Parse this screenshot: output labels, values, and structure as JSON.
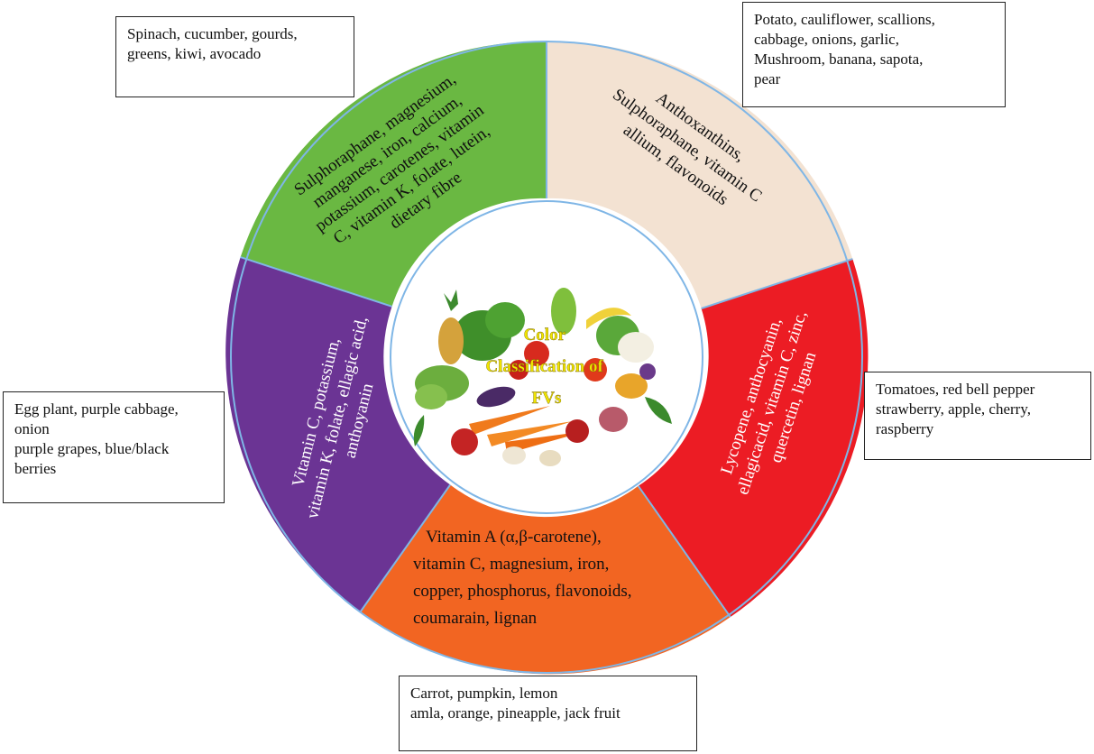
{
  "center": {
    "lines": [
      "Color",
      "Classification of",
      "FVs"
    ],
    "title_color": "#f2e600"
  },
  "segments": [
    {
      "id": "green",
      "color": "#6ab842",
      "text_color": "#111111",
      "nutrient_lines": [
        "Sulphoraphane, magnesium,",
        "manganese, iron, calcium,",
        "potassium, carotenes, vitamin",
        "C, vitamin K, folate, lutein,",
        "dietary fibre"
      ],
      "foods": "Spinach, cucumber, gourds,\ngreens, kiwi, avocado"
    },
    {
      "id": "white",
      "color": "#f3e2d2",
      "text_color": "#111111",
      "nutrient_lines": [
        "Anthoxanthins,",
        "Sulphoraphane, vitamin C",
        "allium,  flavonoids"
      ],
      "foods": "Potato, cauliflower, scallions,\ncabbage, onions,   garlic,\nMushroom, banana, sapota,\npear"
    },
    {
      "id": "red",
      "color": "#ec1c24",
      "text_color": "#ffffff",
      "nutrient_lines": [
        "Lycopene, anthocyanin,",
        "ellagicacid, vitamin  C,  zinc,",
        "quercetin, lignan"
      ],
      "foods": "Tomatoes, red bell pepper\nstrawberry, apple, cherry,\nraspberry"
    },
    {
      "id": "orange",
      "color": "#f26522",
      "text_color": "#111111",
      "nutrient_lines": [
        "Vitamin  A (α,β-carotene),",
        "vitamin C, magnesium, iron,",
        "copper, phosphorus, flavonoids,",
        "coumarain, lignan"
      ],
      "foods": "Carrot, pumpkin, lemon\namla, orange, pineapple, jack fruit"
    },
    {
      "id": "purple",
      "color": "#6b3494",
      "text_color": "#ffffff",
      "nutrient_lines": [
        "Vitamin  C, potassium,",
        "vitamin K, folate, ellagic acid,",
        "anthoyanin"
      ],
      "foods": "Egg plant, purple cabbage,\nonion\npurple grapes, blue/black\nberries"
    }
  ]
}
